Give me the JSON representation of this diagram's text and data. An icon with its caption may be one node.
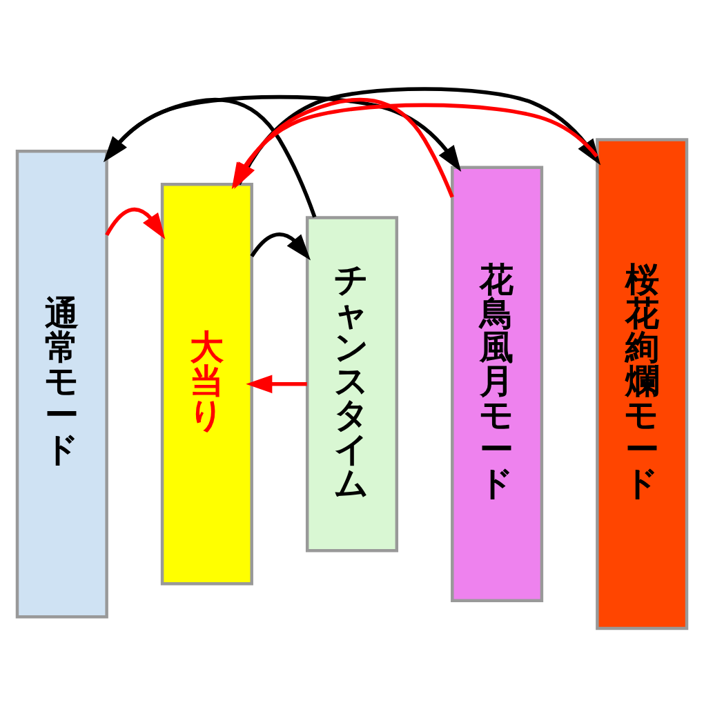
{
  "diagram": {
    "nodes": [
      {
        "text": [
          "通常モード"
        ]
      },
      {
        "text": [
          "大当り"
        ]
      },
      {
        "text": [
          "チャンスタイム"
        ]
      },
      {
        "text": [
          "花鳥風月モード"
        ]
      },
      {
        "text": [
          "桜花絢爛モード"
        ]
      }
    ],
    "edges": [
      {
        "from": 4,
        "to": 1,
        "arrow": "to",
        "color": "#ff0000"
      },
      {
        "from": 1,
        "to": 4,
        "arrow": "to",
        "color": "#000000"
      },
      {
        "from": 3,
        "to": 1,
        "arrow": "to",
        "color": "#ff0000"
      },
      {
        "from": 0,
        "to": 1,
        "arrow": "to",
        "color": "#ff0000"
      },
      {
        "from": 2,
        "to": 1,
        "arrow": "to",
        "color": "#ff0000"
      },
      {
        "from": 1,
        "to": 2,
        "arrow": "to",
        "color": "#000000"
      },
      {
        "from": 2,
        "to": 0,
        "arrow": "to",
        "color": "#000000"
      },
      {
        "from": 0,
        "to": 3,
        "arrow": "to",
        "color": "#000000"
      }
    ]
  }
}
